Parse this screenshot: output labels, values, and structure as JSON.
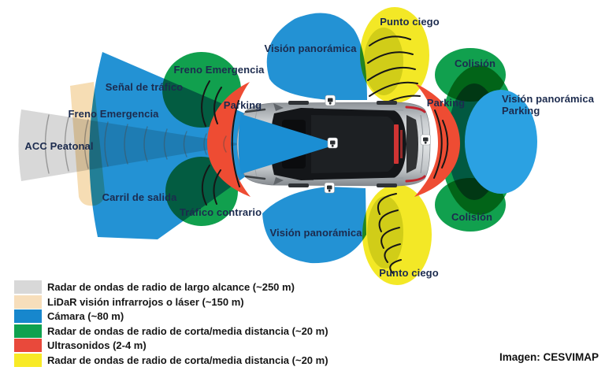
{
  "labels": {
    "punto_ciego_top": "Punto ciego",
    "vision_panoramica_top": "Visión panorámica",
    "colision_top": "Colisión",
    "freno_emergencia_top": "Freno Emergencia",
    "senal_trafico": "Señal de tráfico",
    "parking_front": "Parking",
    "parking_rear": "Parking",
    "vision_parking_line1": "Visión panorámica",
    "vision_parking_line2": "Parking",
    "freno_emergencia_left": "Freno Emergencia",
    "acc_peatonal": "ACC Peatonal",
    "carril_salida": "Carril de salida",
    "trafico_contrario": "Tráfico contrario",
    "vision_panoramica_bottom": "Visión panorámica",
    "colision_bottom": "Colisión",
    "punto_ciego_bottom": "Punto ciego"
  },
  "legend": {
    "items": [
      {
        "color": "#d8d8d8",
        "label": "Radar de ondas de radio de largo alcance (~250 m)"
      },
      {
        "color": "#f7debb",
        "label": "LiDaR visión infrarrojos o láser (~150 m)"
      },
      {
        "color": "#1787cd",
        "label": "Cámara (~80 m)"
      },
      {
        "color": "#0fa14f",
        "label": "Radar de ondas de radio de corta/media distancia (~20 m)"
      },
      {
        "color": "#e9493b",
        "label": "Ultrasonidos (2-4 m)"
      },
      {
        "color": "#f8ea26",
        "label": "Radar de ondas de radio de corta/media distancia (~20 m)"
      }
    ]
  },
  "credit": "Imagen: CESVIMAP",
  "colors": {
    "long_range_radar": "#d5d5d5",
    "lidar": "#f6dcb0",
    "camera": "#1b8ed3",
    "camera_light": "#2ba1e2",
    "short_radar_green": "#11a04e",
    "ultrasonic": "#ee4c33",
    "short_radar_yellow": "#f3e826",
    "blind_spot_olive": "#b9c53b",
    "label_text": "#1c2b4e"
  }
}
